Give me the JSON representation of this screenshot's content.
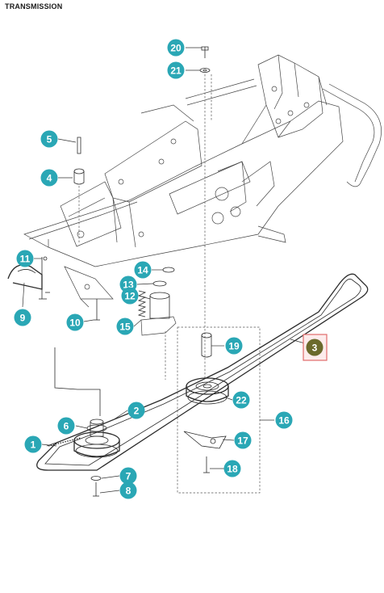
{
  "title": "TRANSMISSION",
  "colors": {
    "callout": "#2aa7b5",
    "highlight_fill": "#6b6a2c",
    "highlight_box": "#e06b6b",
    "line": "#2b2b2b"
  },
  "callouts": [
    {
      "id": "1",
      "label": "1",
      "highlighted": false
    },
    {
      "id": "2",
      "label": "2",
      "highlighted": false
    },
    {
      "id": "3",
      "label": "3",
      "highlighted": true
    },
    {
      "id": "4",
      "label": "4",
      "highlighted": false
    },
    {
      "id": "5",
      "label": "5",
      "highlighted": false
    },
    {
      "id": "6",
      "label": "6",
      "highlighted": false
    },
    {
      "id": "7",
      "label": "7",
      "highlighted": false
    },
    {
      "id": "8",
      "label": "8",
      "highlighted": false
    },
    {
      "id": "9",
      "label": "9",
      "highlighted": false
    },
    {
      "id": "10",
      "label": "10",
      "highlighted": false
    },
    {
      "id": "11",
      "label": "11",
      "highlighted": false
    },
    {
      "id": "12",
      "label": "12",
      "highlighted": false
    },
    {
      "id": "13",
      "label": "13",
      "highlighted": false
    },
    {
      "id": "14",
      "label": "14",
      "highlighted": false
    },
    {
      "id": "15",
      "label": "15",
      "highlighted": false
    },
    {
      "id": "16",
      "label": "16",
      "highlighted": false
    },
    {
      "id": "17",
      "label": "17",
      "highlighted": false
    },
    {
      "id": "18",
      "label": "18",
      "highlighted": false
    },
    {
      "id": "19",
      "label": "19",
      "highlighted": false
    },
    {
      "id": "20",
      "label": "20",
      "highlighted": false
    },
    {
      "id": "21",
      "label": "21",
      "highlighted": false
    },
    {
      "id": "22",
      "label": "22",
      "highlighted": false
    }
  ]
}
